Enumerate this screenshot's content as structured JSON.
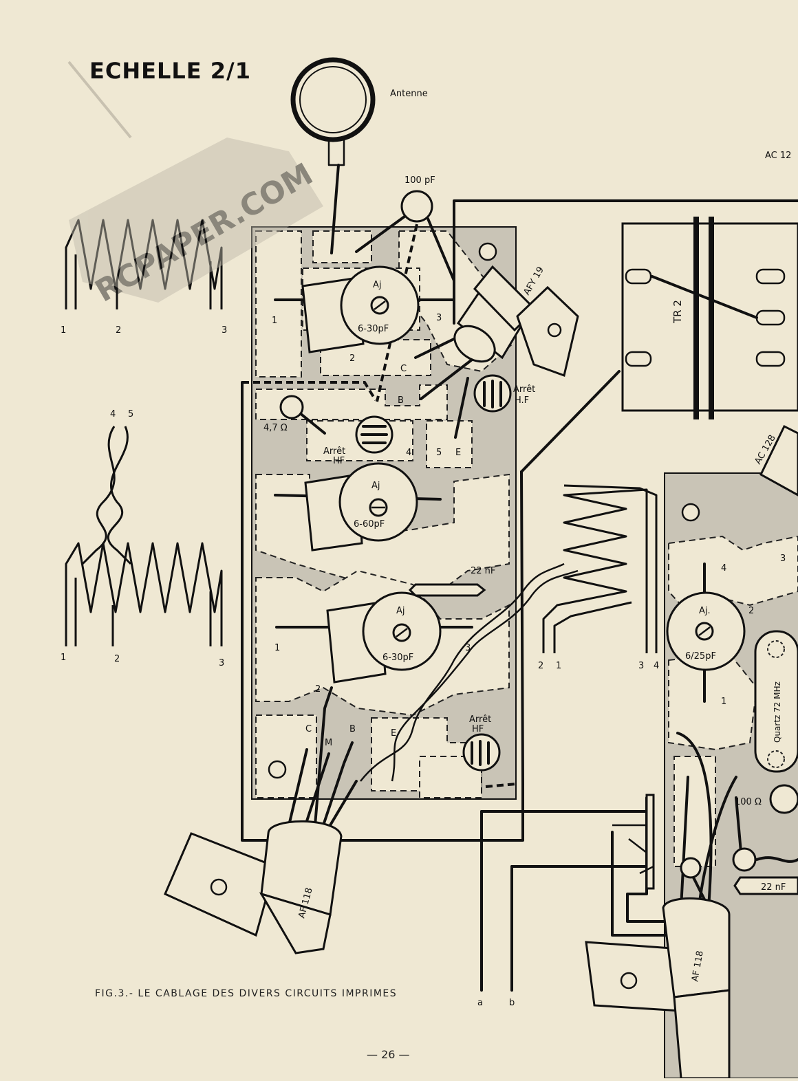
{
  "header": {
    "title": "ECHELLE 2/1"
  },
  "labels": {
    "antenne": "Antenne",
    "cap_100pf": "100 pF",
    "afy19": "AFY 19",
    "tr2": "TR 2",
    "ac12": "AC 12",
    "ac128": "AC 128",
    "arret_hf_top": "Arrêt",
    "arret_hf_top2": "H.F",
    "arret_hf_mid": "Arrêt",
    "arret_hf_mid2": "HF",
    "arret_hf_bot": "Arrêt",
    "arret_hf_bot2": "HF",
    "res_47": "4,7 Ω",
    "cap_22nf": "22 nF",
    "cap_22nf_right": "22 nF",
    "res_100": "100 Ω",
    "quartz": "Quartz 72 MHz",
    "af118_left": "AF 118",
    "af118_right": "AF 118",
    "trimmer1_name": "Aj",
    "trimmer1_value": "6-30pF",
    "trimmer2_name": "Aj",
    "trimmer2_value": "6-60pF",
    "trimmer3_name": "Aj",
    "trimmer3_value": "6-30pF",
    "trimmer4_name": "Aj.",
    "trimmer4_value": "6/25pF",
    "term_a": "a",
    "term_b": "b",
    "watermark": "RCPAPER.COM"
  },
  "pins": {
    "top_board": [
      "1",
      "3",
      "2",
      "C",
      "B",
      "4",
      "5",
      "E"
    ],
    "bottom_board": [
      "1",
      "3",
      "2",
      "C",
      "M",
      "B",
      "E"
    ],
    "right_board": [
      "4",
      "2",
      "1",
      "3"
    ],
    "coil_top": [
      "1",
      "2",
      "3"
    ],
    "coil_bottom": [
      "1",
      "2",
      "3"
    ],
    "coil_twist": [
      "4",
      "5"
    ],
    "coil_mid": [
      "2",
      "1",
      "3",
      "4"
    ]
  },
  "caption": "FIG.3.- LE CABLAGE DES DIVERS CIRCUITS IMPRIMES",
  "page_number": "— 26 —"
}
